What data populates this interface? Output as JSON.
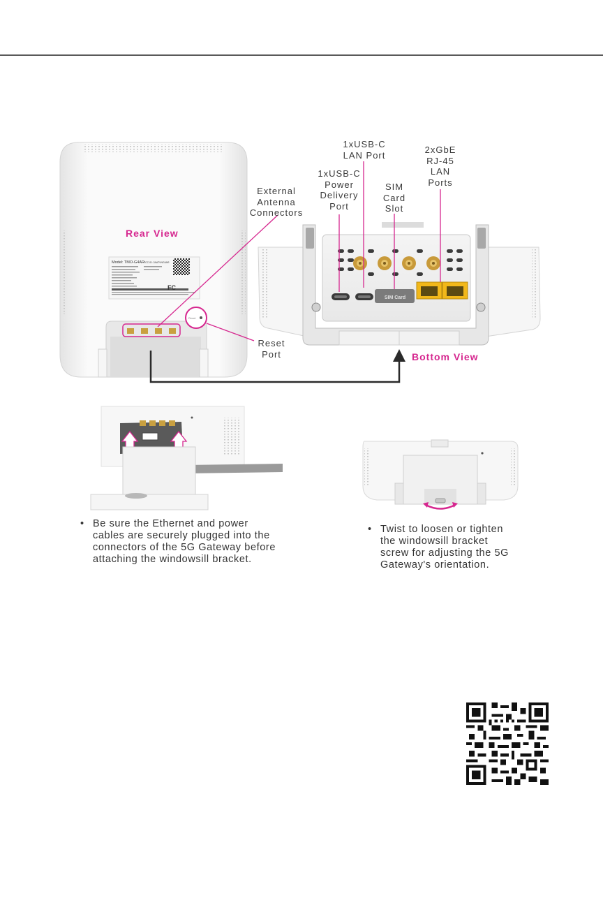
{
  "labels": {
    "usb_c_lan": [
      "1xUSB-C",
      "LAN Port"
    ],
    "gbe": [
      "2xGbE",
      "RJ-45",
      "LAN",
      "Ports"
    ],
    "usb_c_power": [
      "1xUSB-C",
      "Power",
      "Delivery",
      "Port"
    ],
    "sim": [
      "SIM",
      "Card",
      "Slot"
    ],
    "external_antenna": [
      "External",
      "Antenna",
      "Connectors"
    ],
    "reset": [
      "Reset",
      "Port"
    ],
    "rear_view": "Rear View",
    "bottom_view": "Bottom View"
  },
  "device_label": {
    "model": "Model: TMO-G4AR",
    "fcc_id": "FCC ID: 2AATVNG4AR",
    "sim_card": "SIM Card"
  },
  "bullets": {
    "left": [
      "Be sure the Ethernet and power",
      "cables are securely plugged into the",
      "connectors of the 5G Gateway before",
      "attaching the windowsill bracket."
    ],
    "right": [
      "Twist to loosen or tighten",
      "the windowsill bracket",
      "screw for adjusting the 5G",
      "Gateway's orientation."
    ]
  },
  "colors": {
    "accent": "#d6278f",
    "rule": "#5a5a5a",
    "port_yellow": "#f2b81a"
  }
}
